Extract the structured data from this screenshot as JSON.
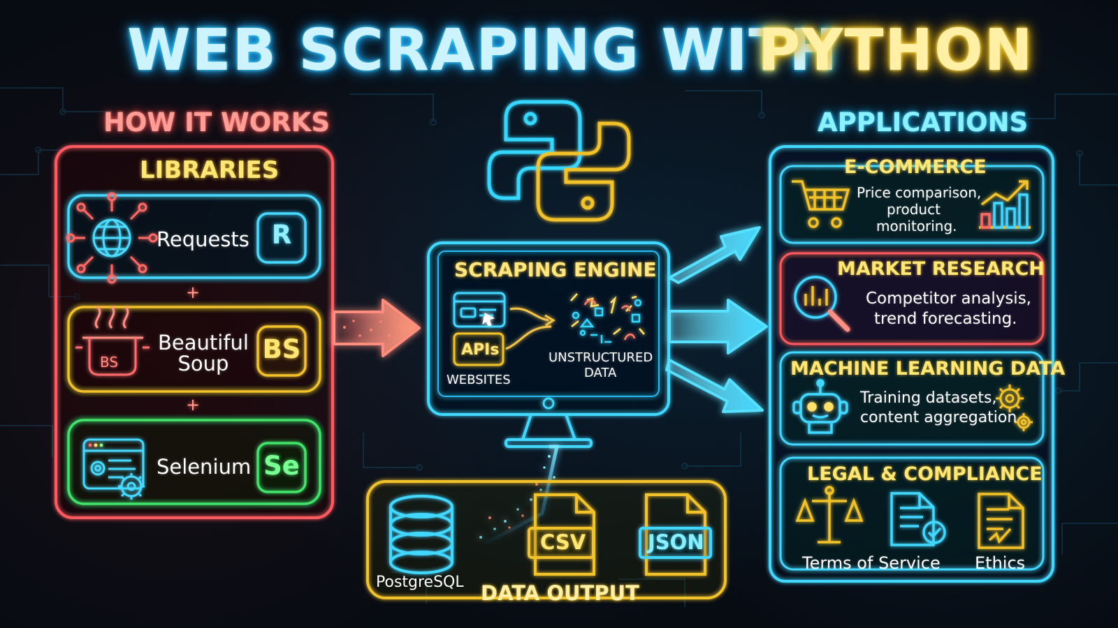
{
  "title": {
    "part1": "WEB SCRAPING WITH",
    "part2": "PYTHON"
  },
  "colors": {
    "background": "#070b12",
    "cyan": "#35d7ff",
    "red": "#ff5a5f",
    "yellow": "#f2c22c",
    "green": "#42e36b"
  },
  "icons": {
    "python": "python-logo-icon",
    "requests": "globe-network-icon",
    "beautifulsoup": "soup-pot-icon",
    "selenium": "browser-gear-icon",
    "engine_browser": "browser-window-icon",
    "database": "database-icon",
    "csv_file": "csv-file-icon",
    "json_file": "json-file-icon",
    "ecommerce": "shopping-cart-icon",
    "ecommerce_chart": "growth-chart-icon",
    "market": "magnifier-chart-icon",
    "ml": "robot-icon",
    "gear": "gear-icon",
    "terms": "document-check-icon",
    "legal": "scale-icon",
    "ethics": "document-sign-icon"
  },
  "left": {
    "heading": "HOW IT WORKS",
    "panel_title": "LIBRARIES",
    "libraries": [
      {
        "name": "Requests",
        "badge": "R"
      },
      {
        "name": "Beautiful\nSoup",
        "badge": "BS",
        "pot_label": "BS"
      },
      {
        "name": "Selenium",
        "badge": "Se"
      }
    ],
    "plus": [
      "+",
      "+"
    ]
  },
  "center": {
    "engine_title": "SCRAPING ENGINE",
    "apis": "APIs",
    "websites": "WEBSITES",
    "unstructured_line1": "UNSTRUCTURED",
    "unstructured_line2": "DATA",
    "output_title": "DATA OUTPUT",
    "outputs": [
      {
        "label": "PostgreSQL"
      },
      {
        "label": "CSV"
      },
      {
        "label": "JSON"
      }
    ]
  },
  "right": {
    "heading": "APPLICATIONS",
    "cards": [
      {
        "title": "E-COMMERCE",
        "desc_line1": "Price comparison,",
        "desc_line2": "product",
        "desc_line3": "monitoring."
      },
      {
        "title": "MARKET RESEARCH",
        "desc_line1": "Competitor analysis,",
        "desc_line2": "trend forecasting."
      },
      {
        "title": "MACHINE LEARNING DATA",
        "desc_line1": "Training datasets,",
        "desc_line2": "content aggregation"
      },
      {
        "title": "LEGAL & COMPLIANCE",
        "label1": "Terms of Service",
        "label2": "Ethics"
      }
    ]
  }
}
